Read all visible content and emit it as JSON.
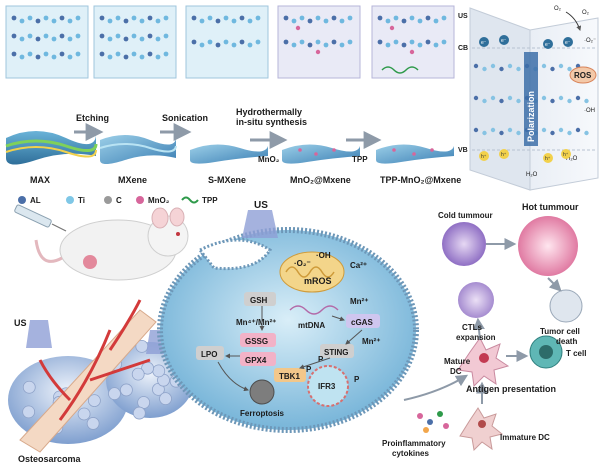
{
  "top_process": {
    "steps": [
      {
        "label": "MAX"
      },
      {
        "label": "MXene"
      },
      {
        "label": "S-MXene"
      },
      {
        "label": "MnO₂@Mxene"
      },
      {
        "label": "TPP-MnO₂@Mxene"
      }
    ],
    "arrows": [
      {
        "label": "Etching"
      },
      {
        "label": "Sonication"
      },
      {
        "label": "Hydrothermally in-situ synthesis",
        "sub": "MnO₂"
      },
      {
        "label": "",
        "sub": "TPP"
      }
    ],
    "legend": [
      {
        "label": "AL",
        "color": "#4b6fa8"
      },
      {
        "label": "Ti",
        "color": "#7fc7e6"
      },
      {
        "label": "C",
        "color": "#9a9a9a"
      },
      {
        "label": "MnO₂",
        "color": "#d7669b"
      },
      {
        "label": "TPP",
        "color": "#2e9a4a"
      }
    ]
  },
  "inset": {
    "us": "US",
    "cb": "CB",
    "vb": "VB",
    "polarization": "Polarization",
    "ros": "ROS",
    "o2_a": "O₂",
    "o2_b": "O₂",
    "o2_c": "·O₂⁻",
    "oh": "·OH",
    "h2o_a": "H₂O",
    "h2o_b": "H₂O",
    "e": "e⁻",
    "h": "h⁺"
  },
  "bottom": {
    "us_left": "US",
    "us_right": "US",
    "us_cell": "US",
    "osteosarcoma": "Osteosarcoma",
    "cell": {
      "o2": "·O₂⁻",
      "oh": "·OH",
      "mros": "mROS",
      "ca": "Ca²⁺",
      "gsh": "GSH",
      "mn_pair": "Mn⁴⁺/Mn²⁺",
      "gssg": "GSSG",
      "gpx4": "GPX4",
      "lpo": "LPO",
      "ferroptosis": "Ferroptosis",
      "mtdna": "mtDNA",
      "mn_a": "Mn²⁺",
      "mn_b": "Mn²⁺",
      "cgas": "cGAS",
      "sting": "STING",
      "tbk1": "TBK1",
      "irf3": "IFR3",
      "p1": "P",
      "p2": "P",
      "p3": "P"
    },
    "immune": {
      "cold": "Cold tummour",
      "hot": "Hot tummour",
      "ctl": "CTLs expansion",
      "death": "Tumor cell death",
      "mature": "Mature DC",
      "tcell": "T cell",
      "antigen": "Antigen presentation",
      "immature": "Immature DC",
      "cytokines": "Proinflammatory cytokines"
    }
  }
}
